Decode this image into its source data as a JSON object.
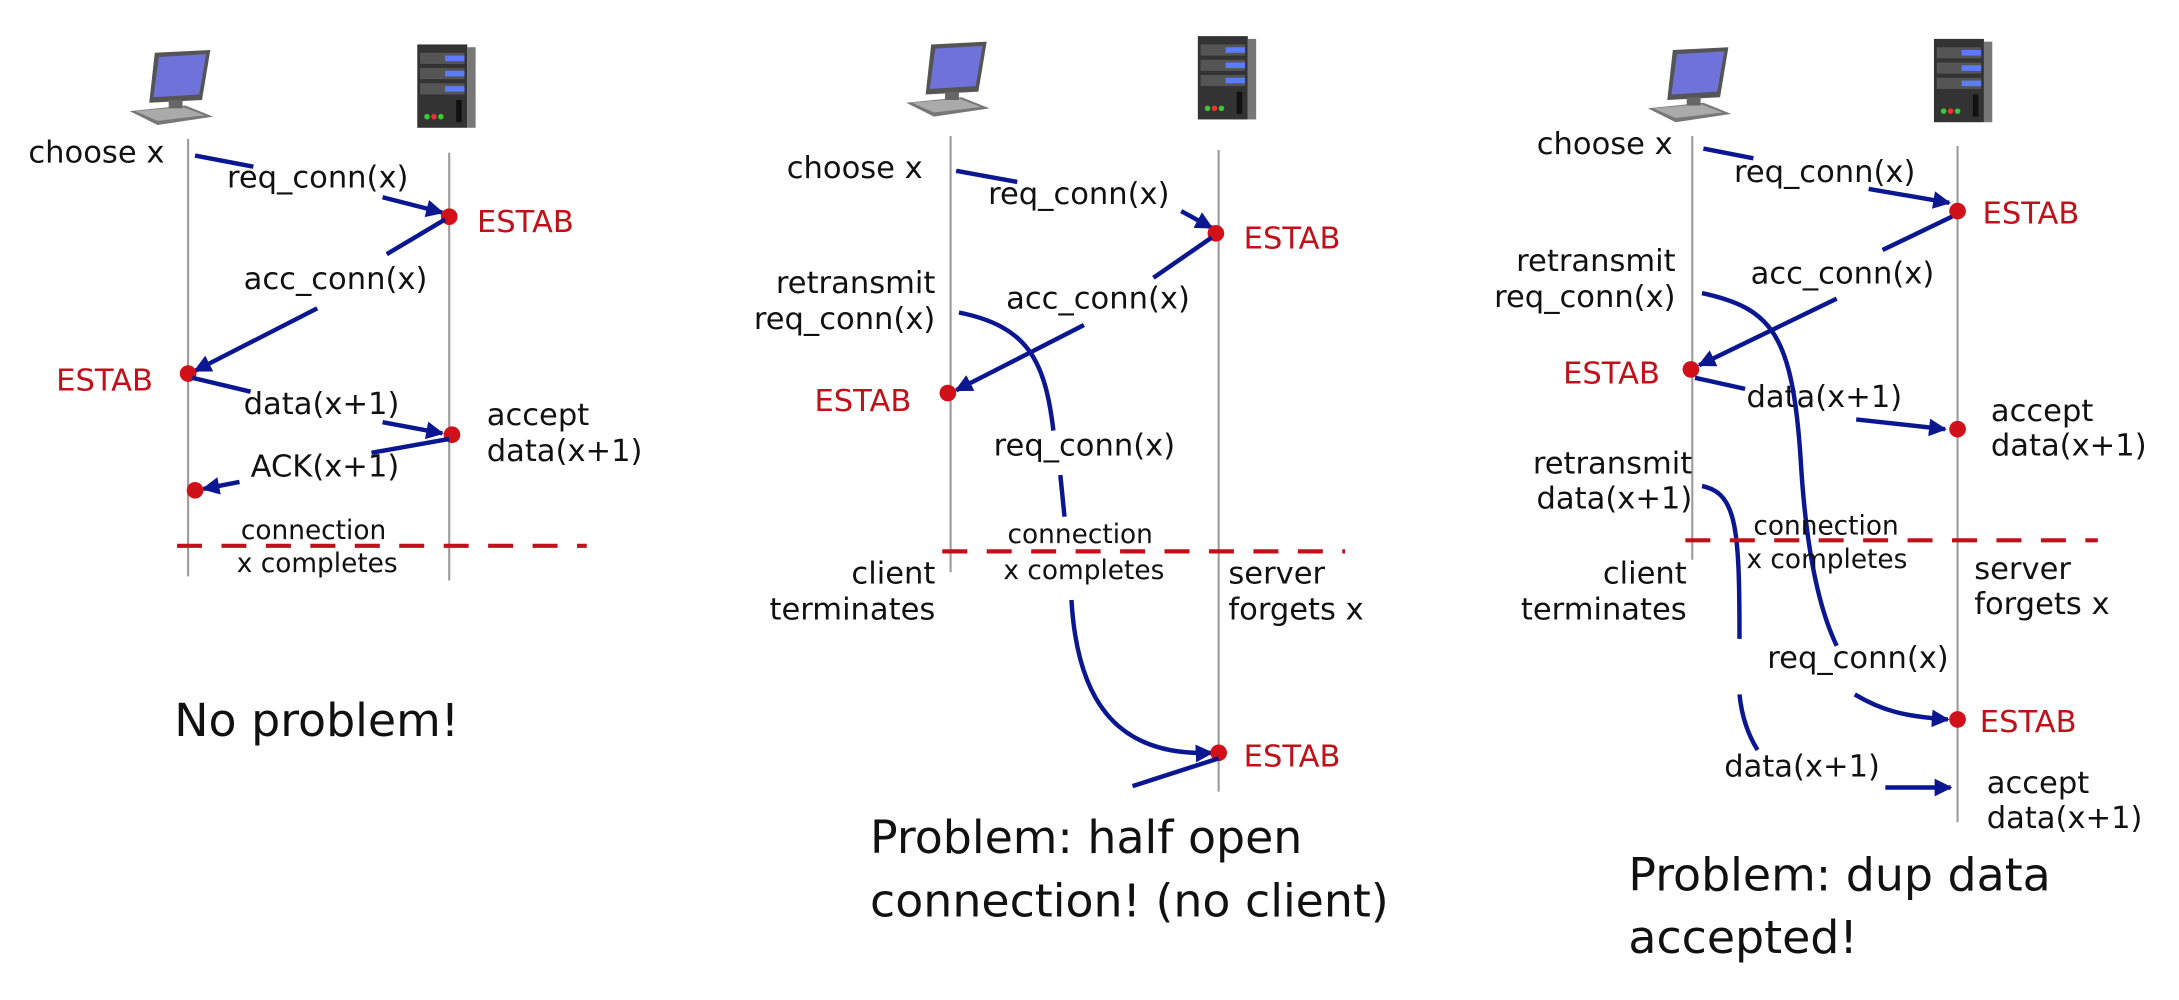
{
  "colors": {
    "message": "#0b1790",
    "state": "#c0111a",
    "timeline": "#9a9a9a"
  },
  "icons": [
    "laptop-icon",
    "server-icon"
  ],
  "panels": [
    {
      "choose": "choose x",
      "req": "req_conn(x)",
      "estab_server": "ESTAB",
      "acc": "acc_conn(x)",
      "estab_client": "ESTAB",
      "data": "data(x+1)",
      "accept1": "accept",
      "accept2": "data(x+1)",
      "ack": "ACK(x+1)",
      "conn1": "connection",
      "conn2": "x completes",
      "caption1": "No problem!"
    },
    {
      "choose": "choose x",
      "req": "req_conn(x)",
      "estab_server": "ESTAB",
      "acc": "acc_conn(x)",
      "retx1": "retransmit",
      "retx2": "req_conn(x)",
      "estab_client": "ESTAB",
      "req_dup": "req_conn(x)",
      "conn1": "connection",
      "conn2": "x completes",
      "client1": "client",
      "client2": "terminates",
      "server1": "server",
      "server2": "forgets x",
      "estab_late": "ESTAB",
      "caption1": "Problem: half open",
      "caption2": "connection! (no client)"
    },
    {
      "choose": "choose x",
      "req": "req_conn(x)",
      "estab_server": "ESTAB",
      "acc": "acc_conn(x)",
      "retx1": "retransmit",
      "retx2": "req_conn(x)",
      "estab_client": "ESTAB",
      "data": "data(x+1)",
      "accept1": "accept",
      "accept2": "data(x+1)",
      "retxd1": "retransmit",
      "retxd2": "data(x+1)",
      "conn1": "connection",
      "conn2": "x completes",
      "client1": "client",
      "client2": "terminates",
      "server1": "server",
      "server2": "forgets x",
      "req_dup": "req_conn(x)",
      "estab_late": "ESTAB",
      "data_dup": "data(x+1)",
      "accept_dup1": "accept",
      "accept_dup2": "data(x+1)",
      "caption1": "Problem: dup data",
      "caption2": "accepted!"
    }
  ]
}
